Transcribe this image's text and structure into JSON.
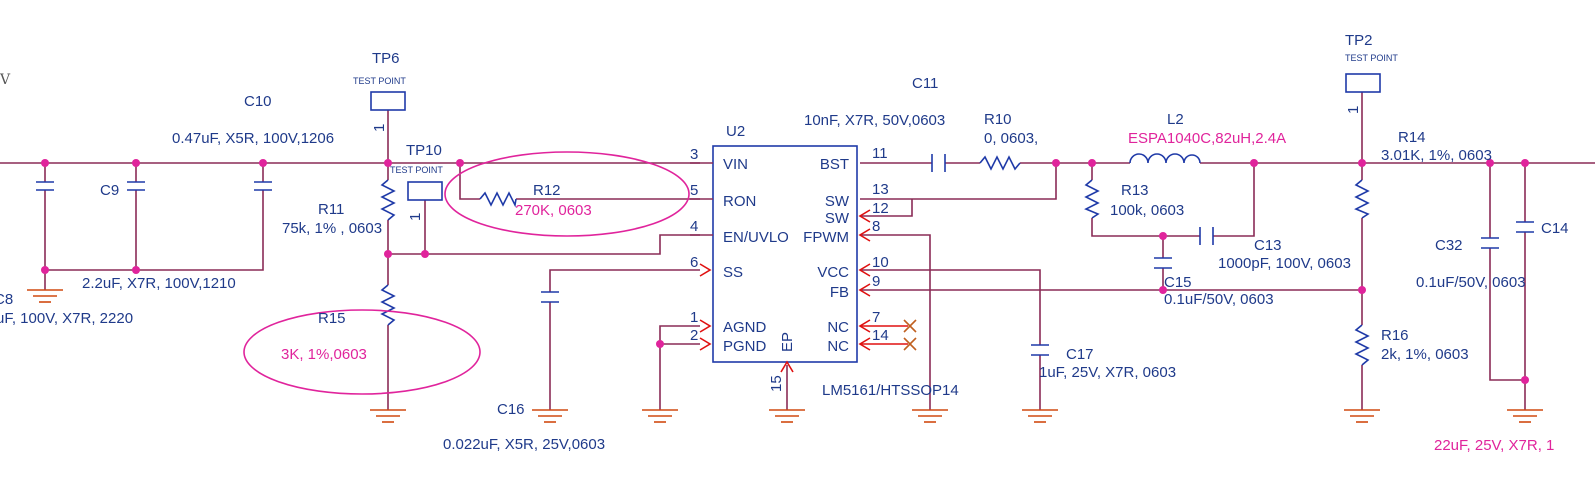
{
  "left_edge_label": "V",
  "ic": {
    "refdes": "U2",
    "part": "LM5161/HTSSOP14",
    "pins_left": [
      {
        "num": "3",
        "name": "VIN"
      },
      {
        "num": "5",
        "name": "RON"
      },
      {
        "num": "4",
        "name": "EN/UVLO"
      },
      {
        "num": "6",
        "name": "SS"
      },
      {
        "num": "1",
        "name": "AGND"
      },
      {
        "num": "2",
        "name": "PGND"
      }
    ],
    "pins_right": [
      {
        "num": "11",
        "name": "BST"
      },
      {
        "num": "13",
        "name": "SW"
      },
      {
        "num": "12",
        "name": "SW"
      },
      {
        "num": "8",
        "name": "FPWM"
      },
      {
        "num": "10",
        "name": "VCC"
      },
      {
        "num": "9",
        "name": "FB"
      },
      {
        "num": "7",
        "name": "NC"
      },
      {
        "num": "14",
        "name": "NC"
      }
    ],
    "ep": {
      "num": "15",
      "name": "EP"
    }
  },
  "testpoints": [
    {
      "ref": "TP6",
      "label": "TEST POINT",
      "pin": "1"
    },
    {
      "ref": "TP10",
      "label": "TEST POINT",
      "pin": "1"
    },
    {
      "ref": "TP2",
      "label": "TEST POINT",
      "pin": "1"
    }
  ],
  "components": {
    "C8": {
      "ref": "C8",
      "value": "uF, 100V, X7R, 2220"
    },
    "C9": {
      "ref": "C9",
      "value": "2.2uF, X7R, 100V,1210"
    },
    "C10": {
      "ref": "C10",
      "value": "0.47uF, X5R, 100V,1206"
    },
    "R11": {
      "ref": "R11",
      "value": "75k, 1% , 0603"
    },
    "R15": {
      "ref": "R15",
      "value": "3K, 1%,0603"
    },
    "R12": {
      "ref": "R12",
      "value": "270K, 0603"
    },
    "C16": {
      "ref": "C16",
      "value": "0.022uF, X5R, 25V,0603"
    },
    "C11": {
      "ref": "C11",
      "value": "10nF, X7R, 50V,0603"
    },
    "R10": {
      "ref": "R10",
      "value": "0, 0603,"
    },
    "L2": {
      "ref": "L2",
      "value": "ESPA1040C,82uH,2.4A"
    },
    "R13": {
      "ref": "R13",
      "value": "100k, 0603"
    },
    "C13": {
      "ref": "C13",
      "value": "1000pF, 100V, 0603"
    },
    "C15": {
      "ref": "C15",
      "value": "0.1uF/50V, 0603"
    },
    "C17": {
      "ref": "C17",
      "value": "1uF, 25V, X7R, 0603"
    },
    "R14": {
      "ref": "R14",
      "value": "3.01K, 1%, 0603"
    },
    "R16": {
      "ref": "R16",
      "value": "2k, 1%, 0603"
    },
    "C32": {
      "ref": "C32",
      "value": "0.1uF/50V, 0603"
    },
    "C14": {
      "ref": "C14",
      "value": "22uF, 25V, X7R, 1"
    }
  },
  "colors": {
    "wire": "#8a2b56",
    "component": "#1f3aa8",
    "text": "#1f3a8a",
    "highlight": "#e0249c",
    "pin_arrow": "#e01010",
    "ground": "#d04a10"
  }
}
